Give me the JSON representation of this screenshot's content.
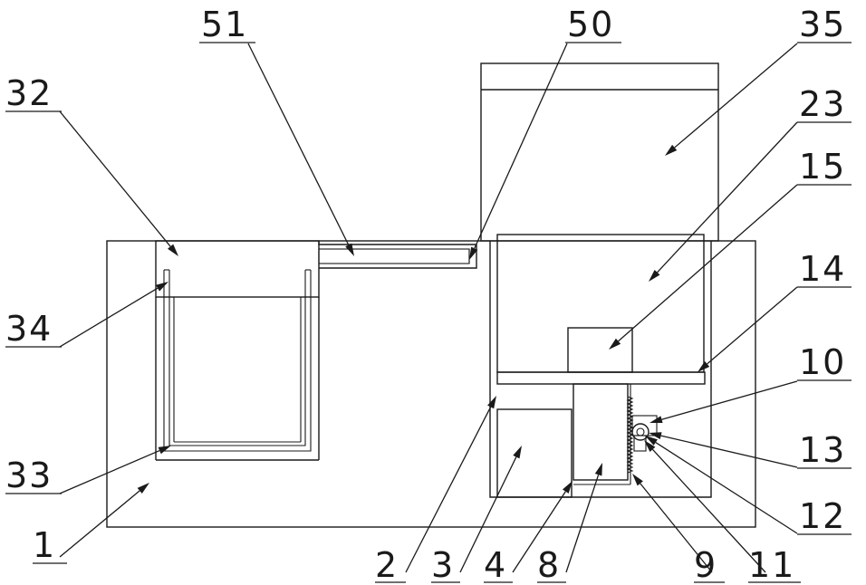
{
  "diagram": {
    "callouts": [
      {
        "id": "1",
        "text": "1"
      },
      {
        "id": "2",
        "text": "2"
      },
      {
        "id": "3",
        "text": "3"
      },
      {
        "id": "4",
        "text": "4"
      },
      {
        "id": "8",
        "text": "8"
      },
      {
        "id": "9",
        "text": "9"
      },
      {
        "id": "10",
        "text": "10"
      },
      {
        "id": "11",
        "text": "11"
      },
      {
        "id": "12",
        "text": "12"
      },
      {
        "id": "13",
        "text": "13"
      },
      {
        "id": "14",
        "text": "14"
      },
      {
        "id": "15",
        "text": "15"
      },
      {
        "id": "23",
        "text": "23"
      },
      {
        "id": "32",
        "text": "32"
      },
      {
        "id": "33",
        "text": "33"
      },
      {
        "id": "34",
        "text": "34"
      },
      {
        "id": "35",
        "text": "35"
      },
      {
        "id": "50",
        "text": "50"
      },
      {
        "id": "51",
        "text": "51"
      }
    ]
  }
}
